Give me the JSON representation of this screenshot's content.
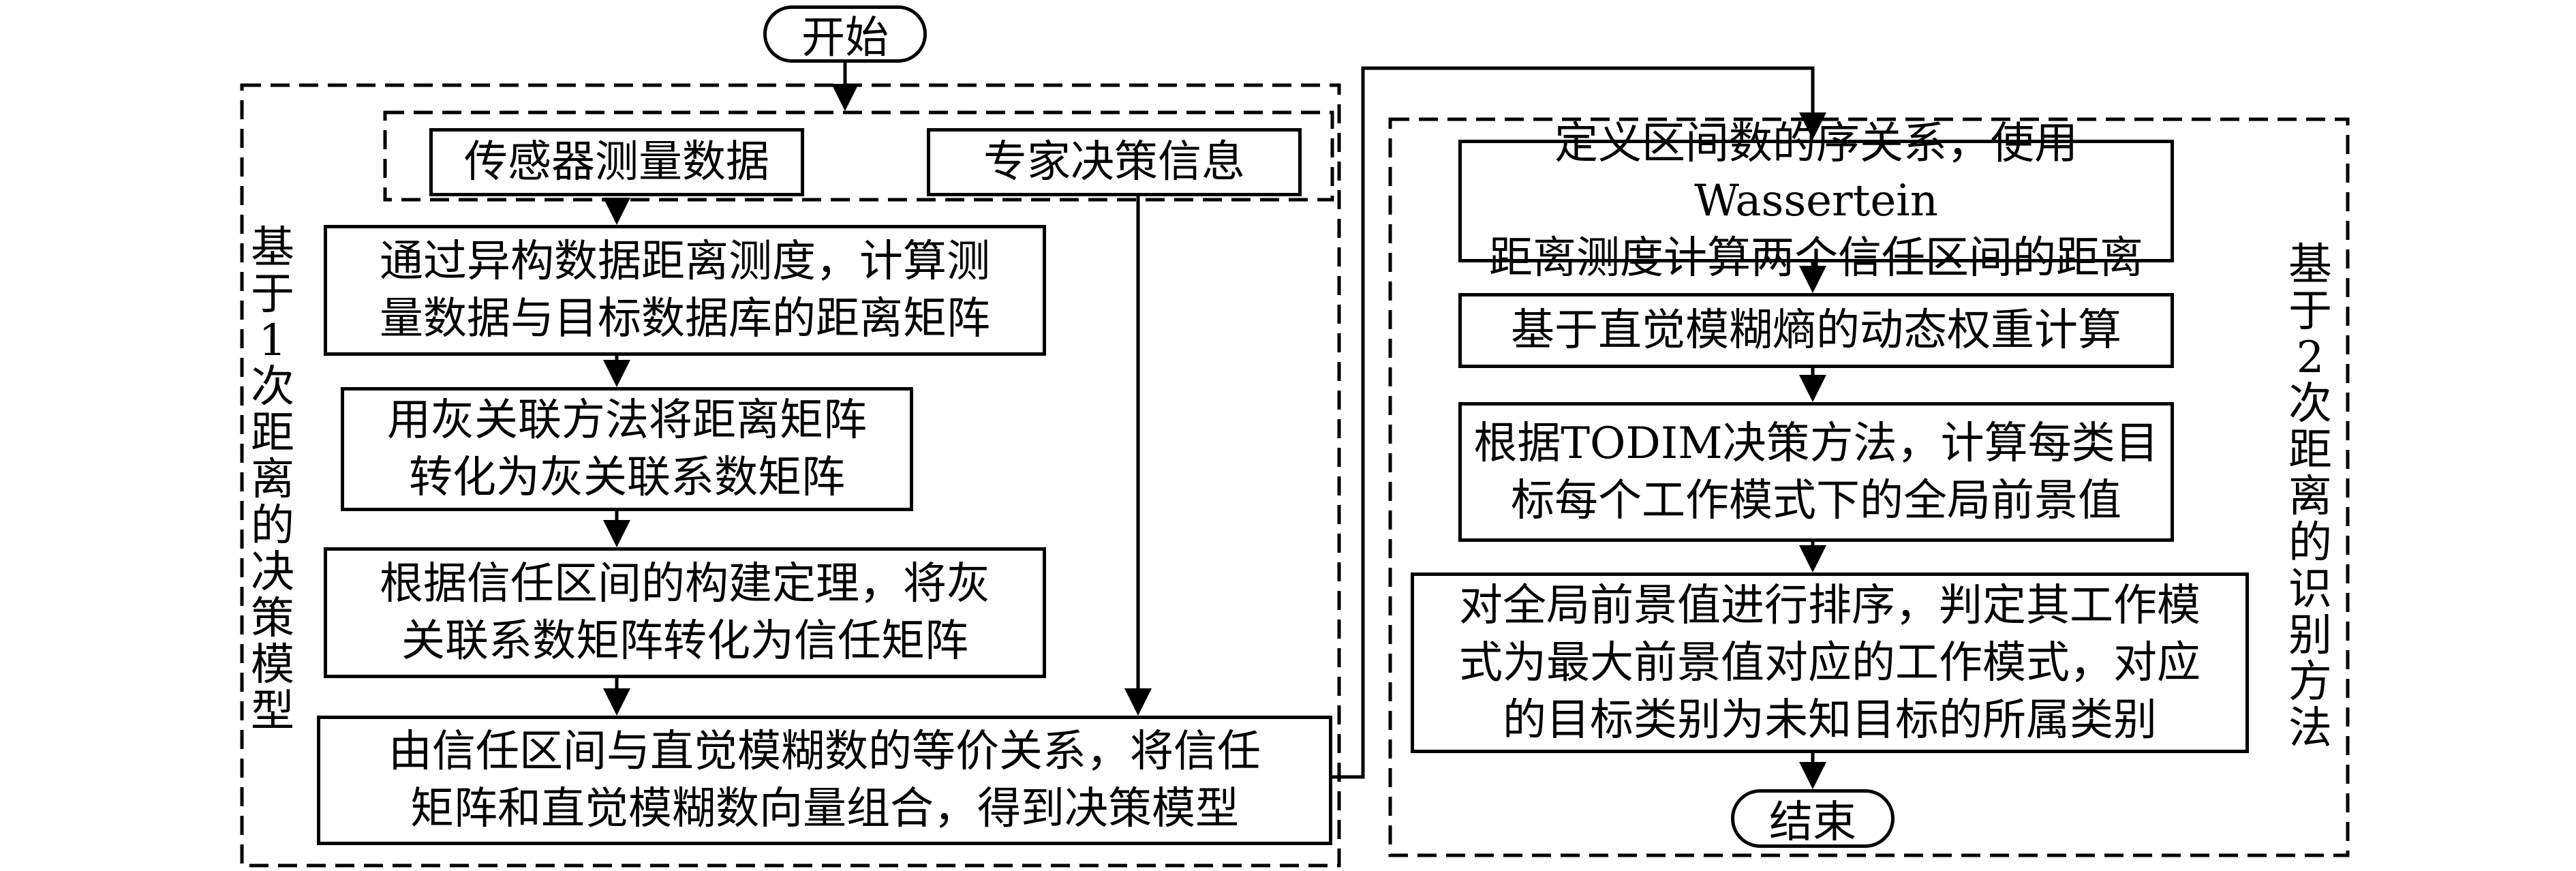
{
  "start_label": "开始",
  "end_label": "结束",
  "left_group_label": "基于1次距离的决策模型",
  "right_group_label": "基于2次距离的识别方法",
  "input_sensor": "传感器测量数据",
  "input_expert": "专家决策信息",
  "left_steps": [
    "通过异构数据距离测度，计算测\n量数据与目标数据库的距离矩阵",
    "用灰关联方法将距离矩阵\n转化为灰关联系数矩阵",
    "根据信任区间的构建定理，将灰\n关联系数矩阵转化为信任矩阵",
    "由信任区间与直觉模糊数的等价关系，将信任\n矩阵和直觉模糊数向量组合，得到决策模型"
  ],
  "right_steps": [
    "定义区间数的序关系，使用Wassertein\n距离测度计算两个信任区间的距离",
    "基于直觉模糊熵的动态权重计算",
    "根据TODIM决策方法，计算每类目\n标每个工作模式下的全局前景值",
    "对全局前景值进行排序，判定其工作模\n式为最大前景值对应的工作模式，对应\n的目标类别为未知目标的所属类别"
  ]
}
